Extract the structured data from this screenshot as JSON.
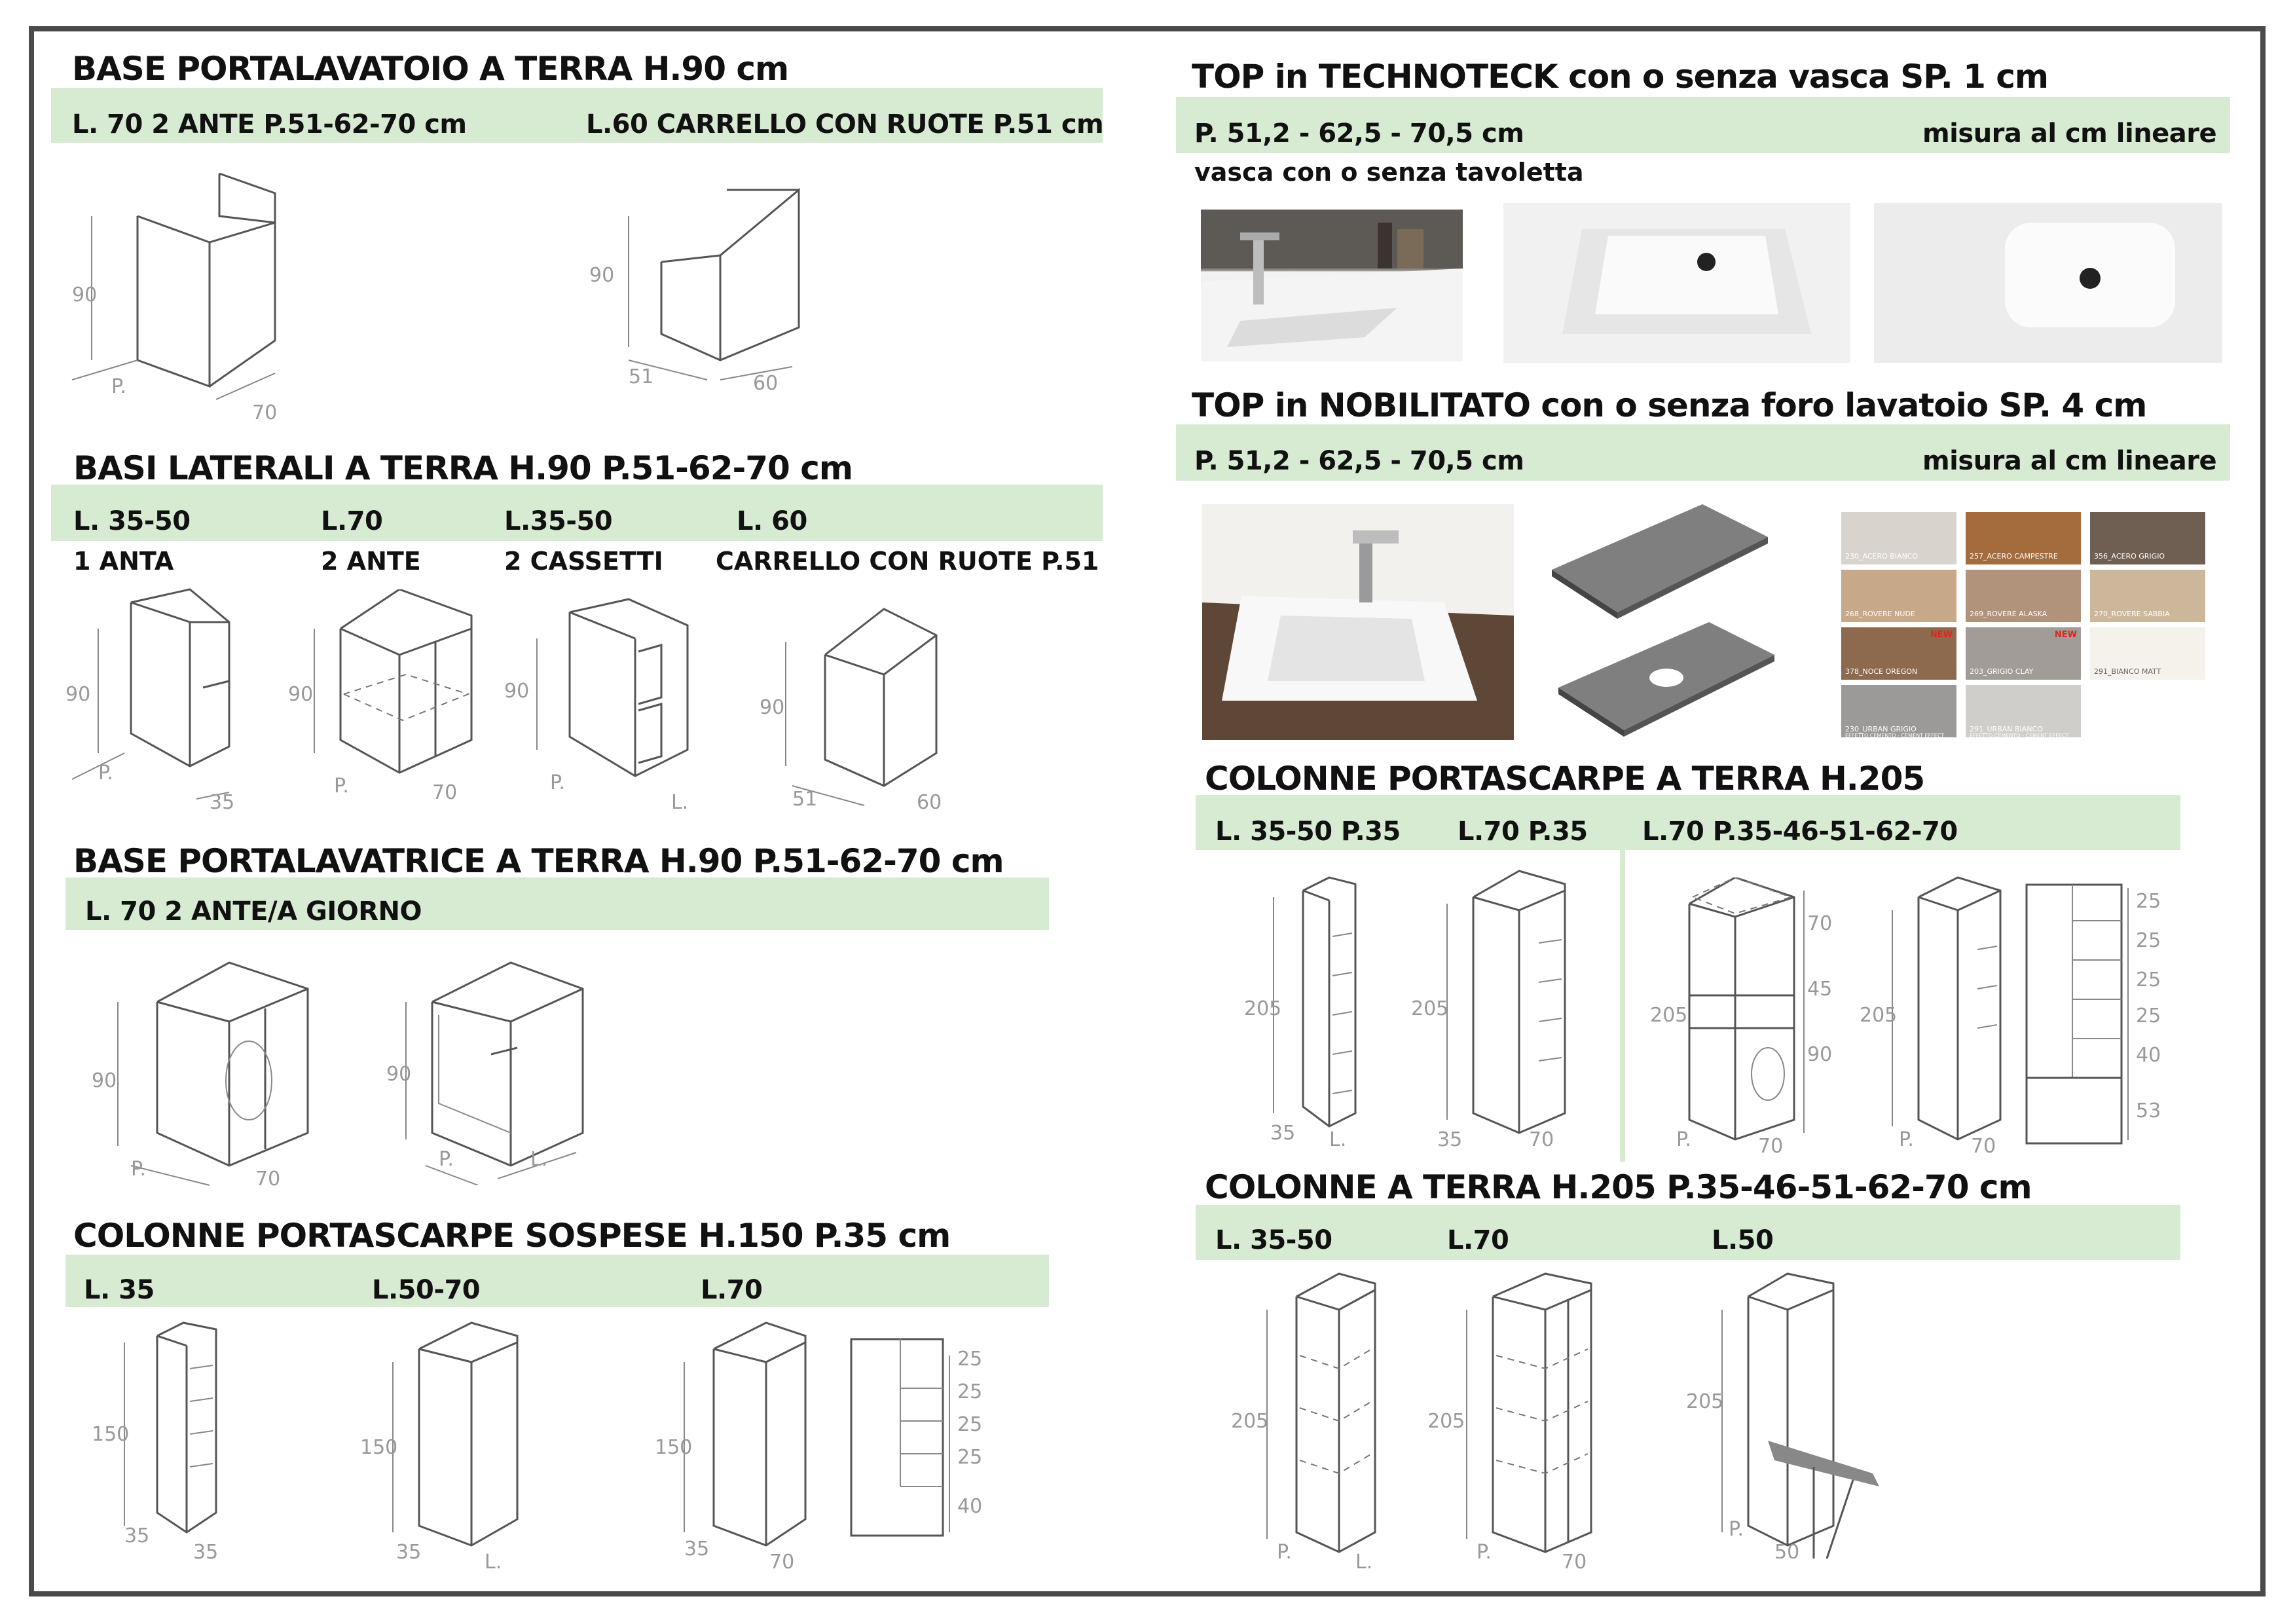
{
  "left": {
    "s1": {
      "title": "BASE PORTALAVATOIO A TERRA  H.90 cm",
      "l1": "L. 70  2 ANTE P.51-62-70 cm",
      "l2": "L.60 CARRELLO CON RUOTE P.51 cm"
    },
    "s2": {
      "title": "BASI LATERALI A TERRA H.90  P.51-62-70 cm",
      "w1": "L. 35-50",
      "w2": "L.70",
      "w3": "L.35-50",
      "w4": "L. 60",
      "t1": "1 ANTA",
      "t2": "2 ANTE",
      "t3": "2 CASSETTI",
      "t4": "CARRELLO CON RUOTE P.51"
    },
    "s3": {
      "title": "BASE PORTALAVATRICE A TERRA H.90  P.51-62-70 cm",
      "l1": "L. 70 2 ANTE/A GIORNO"
    },
    "s4": {
      "title": "COLONNE PORTASCARPE SOSPESE H.150  P.35 cm",
      "l1": "L. 35",
      "l2": "L.50-70",
      "l3": "L.70"
    }
  },
  "right": {
    "s1": {
      "title": "TOP in TECHNOTECK con o senza vasca  SP. 1 cm",
      "depths": "P. 51,2 - 62,5 - 70,5 cm",
      "measure": "misura al cm lineare",
      "note": "vasca con o senza tavoletta"
    },
    "s2": {
      "title": "TOP in NOBILITATO con o senza foro lavatoio SP. 4 cm",
      "depths": "P. 51,2 - 62,5 - 70,5 cm",
      "measure": "misura al cm lineare"
    },
    "s3": {
      "title": "COLONNE PORTASCARPE A TERRA H.205",
      "l1": "L. 35-50  P.35",
      "l2": "L.70 P.35",
      "l3": "L.70 P.35-46-51-62-70"
    },
    "s4": {
      "title": "COLONNE A TERRA H.205 P.35-46-51-62-70 cm",
      "l1": "L. 35-50",
      "l2": "L.70",
      "l3": "L.50"
    }
  },
  "swatches": [
    {
      "name": "230_ACERO BIANCO",
      "color": "#d8d4cd"
    },
    {
      "name": "257_ACERO CAMPESTRE",
      "color": "#a46b3c"
    },
    {
      "name": "356_ACERO GRIGIO",
      "color": "#6f5e52"
    },
    {
      "name": "268_ROVERE NUDE",
      "color": "#c7a888"
    },
    {
      "name": "269_ROVERE ALASKA",
      "color": "#b0937a"
    },
    {
      "name": "270_ROVERE SABBIA",
      "color": "#cdb79b"
    },
    {
      "name": "378_NOCE OREGON",
      "color": "#8d6a4e"
    },
    {
      "name": "203_GRIGIO CLAY",
      "color": "#a19c98"
    },
    {
      "name": "291_BIANCO MATT",
      "color": "#f4f2ea"
    },
    {
      "name": "230_URBAN GRIGIO",
      "color": "#9c9a99"
    },
    {
      "name": "291_URBAN BIANCO",
      "color": "#d0ceca"
    }
  ],
  "swatch_sub": {
    "s10": "EFFETTO CEMENTO - CEMENT EFFECT",
    "s11": "EFFETTO CEMENTO - CEMENT EFFECT"
  },
  "badges": {
    "new": "NEW"
  },
  "dims": {
    "d90": "90",
    "d70": "70",
    "d60": "60",
    "d51": "51",
    "d35": "35",
    "dP": "P.",
    "dL": "L.",
    "d150": "150",
    "d205": "205",
    "d25": "25",
    "d40": "40",
    "d45": "45",
    "d53": "53",
    "d50": "50"
  }
}
